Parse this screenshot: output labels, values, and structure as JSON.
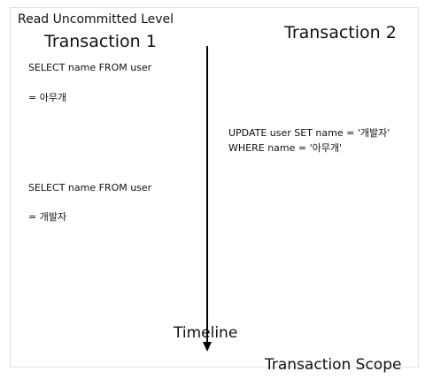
{
  "header": {
    "level_title": "Read Uncommitted  Level"
  },
  "transaction1": {
    "title": "Transaction 1",
    "query1": "SELECT name FROM user",
    "result1": "= 아무개",
    "query2": "SELECT name FROM user",
    "result2": "= 개발자"
  },
  "transaction2": {
    "title": "Transaction 2",
    "update_line1": "UPDATE user SET name = '개발자'",
    "update_line2": "WHERE name = '아무개'"
  },
  "timeline": {
    "label": "Timeline"
  },
  "scope": {
    "label": "Transaction Scope"
  }
}
